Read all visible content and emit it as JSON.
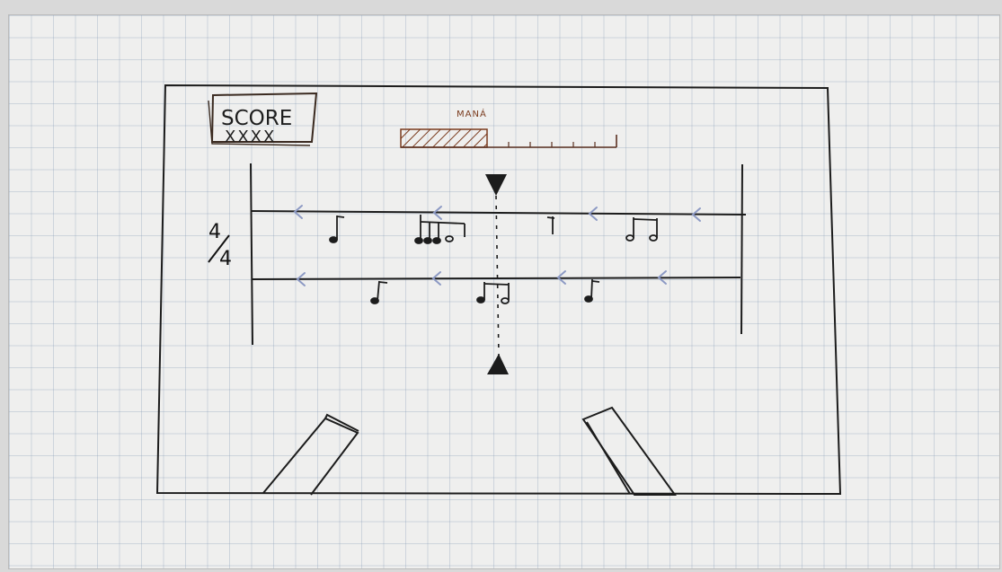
{
  "hud": {
    "score_label": "SCORE",
    "score_value": "XXXX",
    "mana_label": "MANÁ",
    "mana_fill": 0.4
  },
  "staff": {
    "time_signature_top": "4",
    "time_signature_bottom": "4"
  },
  "icons": {
    "lane_arrow": "left-arrow-icon",
    "hit_marker_top": "down-triangle-icon",
    "hit_marker_bottom": "up-triangle-icon",
    "note": "eighth-note-icon",
    "beamed_notes": "beamed-notes-icon"
  },
  "colors": {
    "ink": "#1c1c1c",
    "arrow": "#8d9ac4",
    "mana_ink": "#7a3b1e"
  }
}
